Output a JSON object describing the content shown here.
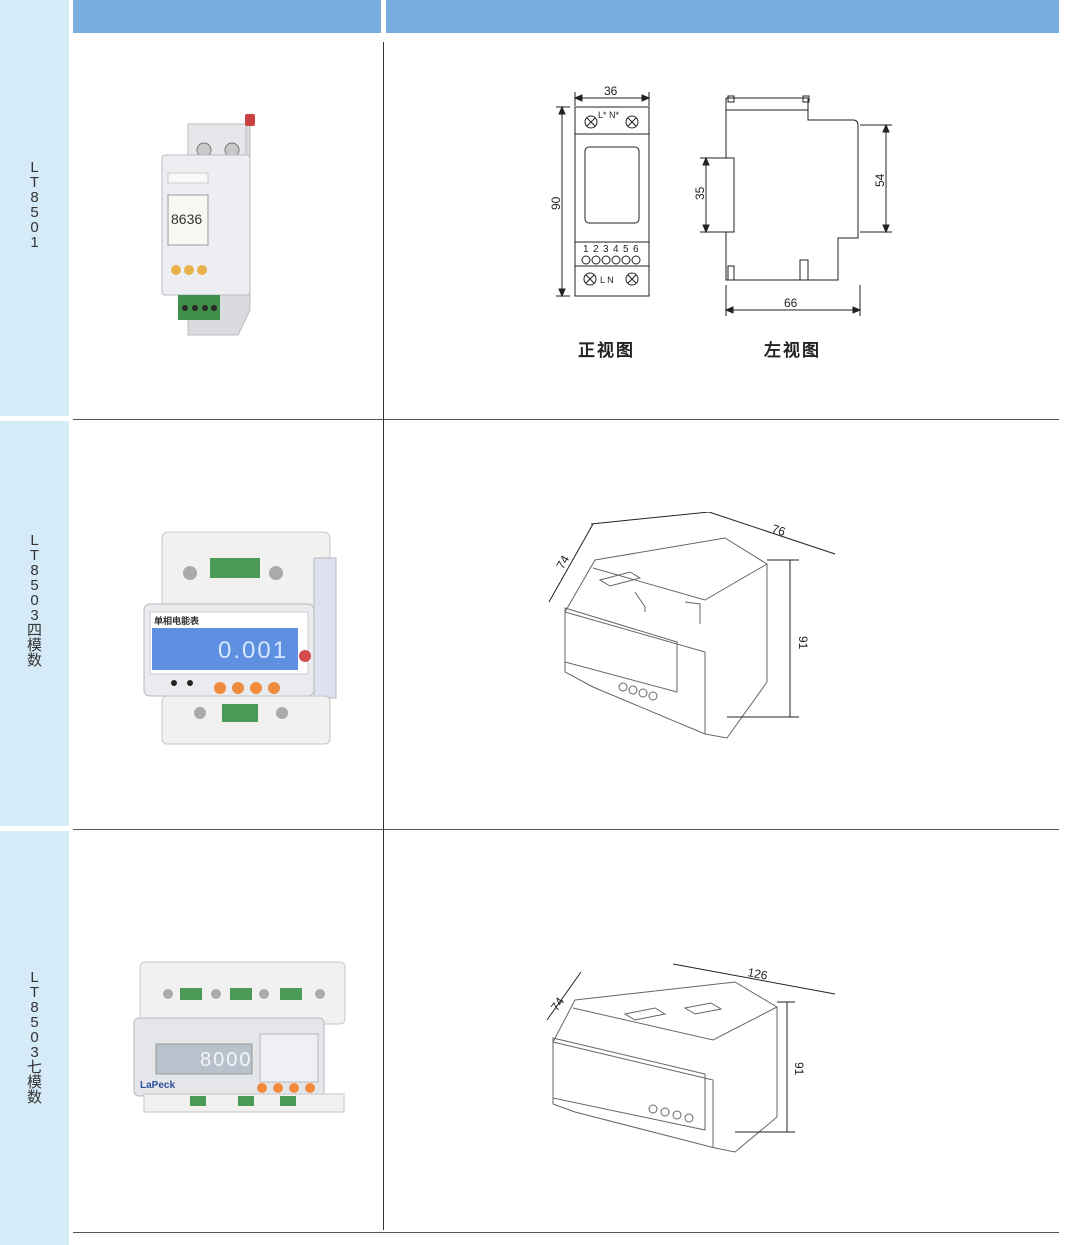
{
  "header": {
    "col1": "",
    "col2": ""
  },
  "rows": [
    {
      "label": [
        "L",
        "T",
        "8",
        "5",
        "0",
        "1"
      ],
      "front": {
        "width": "36",
        "height": "90",
        "top_terminals": "L*  N*",
        "bottom_terminals": "L  N",
        "terminal_numbers": [
          "1",
          "2",
          "3",
          "4",
          "5",
          "6"
        ]
      },
      "side": {
        "dim_35": "35",
        "dim_54": "54",
        "dim_66": "66"
      },
      "captions": {
        "front": "正视图",
        "left": "左视图"
      }
    },
    {
      "label": [
        "L",
        "T",
        "8",
        "5",
        "0",
        "3",
        "四",
        "模",
        "数"
      ],
      "dims": {
        "depth": "74",
        "width": "76",
        "height": "91"
      },
      "photo": {
        "title": "单相电能表",
        "display": "0.001"
      }
    },
    {
      "label": [
        "L",
        "T",
        "8",
        "5",
        "0",
        "3",
        "七",
        "模",
        "数"
      ],
      "dims": {
        "depth": "74",
        "width": "126",
        "height": "91"
      },
      "photo": {
        "display": "8000",
        "brand": "LaPeck"
      }
    }
  ],
  "colors": {
    "header": "#77aedf",
    "sidebar": "#d6ebf8"
  }
}
